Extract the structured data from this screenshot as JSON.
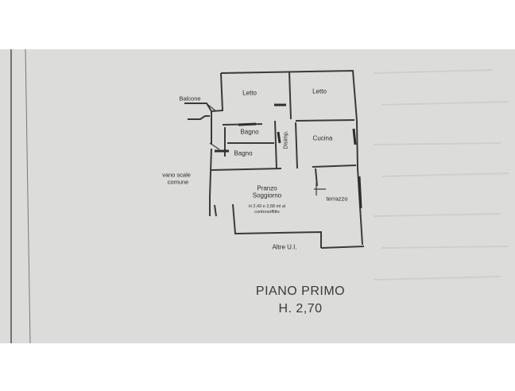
{
  "plan": {
    "rooms": {
      "letto_left": "Letto",
      "letto_right": "Letto",
      "bagno_upper": "Bagno",
      "bagno_lower": "Bagno",
      "disimp": "Disimp.",
      "cucina": "Cucina",
      "pranzo": "Pranzo",
      "soggiorno": "Soggiorno",
      "height_note_1": "H 2,43 e 2,68 ml al",
      "height_note_2": "controsoffitto",
      "terrazzo": "terrazzo"
    },
    "surroundings": {
      "balcone": "Balcone",
      "vano_scale_1": "vano scale",
      "vano_scale_2": "comune",
      "altre_ui": "Altre U.I."
    },
    "floor_title": "PIANO PRIMO",
    "floor_height": "H. 2,70"
  }
}
